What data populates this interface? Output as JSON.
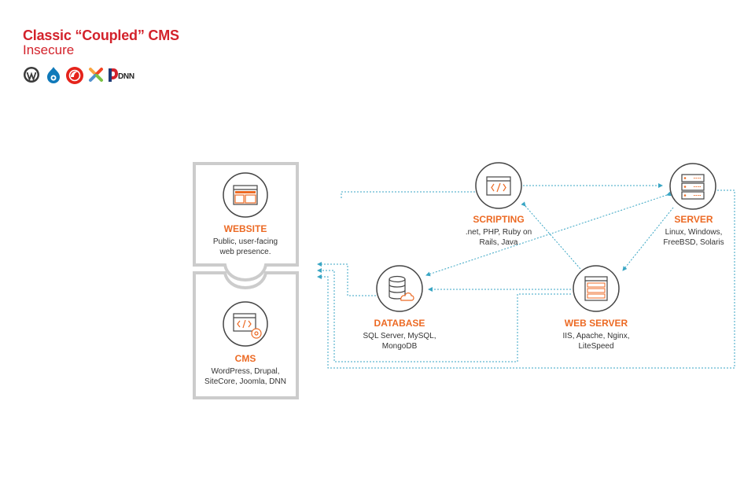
{
  "header": {
    "title": "Classic “Coupled” CMS",
    "subtitle": "Insecure",
    "logo_icons": [
      "wordpress-logo-icon",
      "drupal-logo-icon",
      "sitecore-logo-icon",
      "joomla-logo-icon",
      "dnn-logo-icon"
    ],
    "dnn_text": "DNN"
  },
  "colors": {
    "title": "#d3222b",
    "accent": "#ec6a24",
    "connector": "#3aa6c4",
    "frame": "#cccccc",
    "outline": "#444444"
  },
  "nodes": {
    "website": {
      "label": "WEBSITE",
      "desc_l1": "Public, user-facing",
      "desc_l2": "web presence.",
      "icon": "browser-layout-icon"
    },
    "cms": {
      "label": "CMS",
      "desc_l1": "WordPress, Drupal,",
      "desc_l2": "SiteCore, Joomla, DNN",
      "icon": "code-gear-icon"
    },
    "scripting": {
      "label": "SCRIPTING",
      "desc_l1": ".net, PHP, Ruby on",
      "desc_l2": "Rails, Java",
      "icon": "code-window-icon"
    },
    "server": {
      "label": "SERVER",
      "desc_l1": "Linux, Windows,",
      "desc_l2": "FreeBSD, Solaris",
      "icon": "server-rack-icon"
    },
    "database": {
      "label": "DATABASE",
      "desc_l1": "SQL Server, MySQL,",
      "desc_l2": "MongoDB",
      "icon": "database-cloud-icon"
    },
    "webserver": {
      "label": "WEB SERVER",
      "desc_l1": "IIS, Apache, Nginx,",
      "desc_l2": "LiteSpeed",
      "icon": "web-server-icon"
    }
  }
}
